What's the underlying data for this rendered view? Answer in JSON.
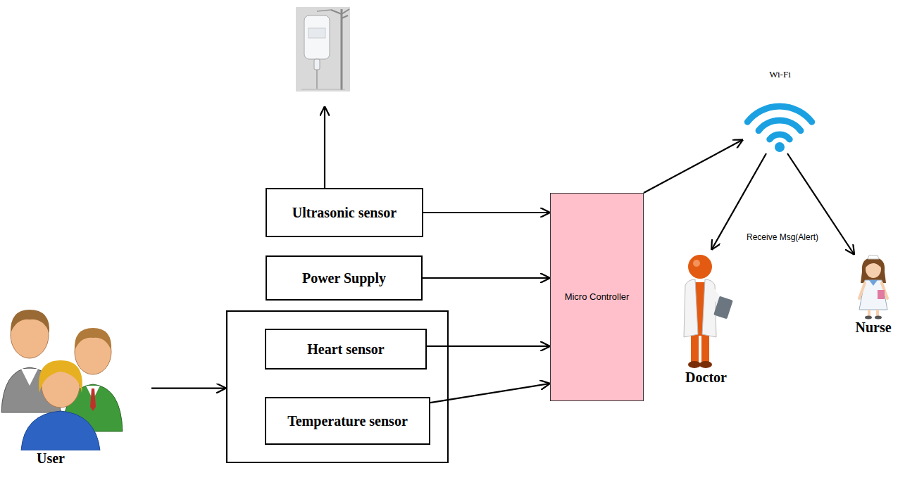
{
  "diagram": {
    "nodes": [
      {
        "text": [
          "Ultrasonic sensor"
        ]
      },
      {
        "text": [
          "Power Supply"
        ]
      },
      {
        "text": []
      },
      {
        "text": [
          "Heart sensor"
        ],
        "in": 2
      },
      {
        "text": [
          "Temperature sensor"
        ],
        "in": 2
      },
      {
        "text": [
          "Micro Controller"
        ]
      },
      {
        "text": [
          "Wi-Fi"
        ]
      },
      {
        "text": [
          "Doctor"
        ]
      },
      {
        "text": [
          "Nurse"
        ]
      },
      {
        "text": [
          "User"
        ]
      }
    ],
    "edges": [
      {
        "from": 0,
        "to": 5,
        "arrow": "to"
      },
      {
        "from": 1,
        "to": 5,
        "arrow": "to"
      },
      {
        "from": 3,
        "to": 5,
        "arrow": "to"
      },
      {
        "from": 4,
        "to": 5,
        "arrow": "to"
      },
      {
        "from": 9,
        "to": 2,
        "arrow": "to"
      },
      {
        "from": 5,
        "to": 6,
        "arrow": "to"
      },
      {
        "from": 6,
        "to": 7,
        "arrow": "to"
      },
      {
        "from": 6,
        "to": 8,
        "arrow": "to"
      }
    ],
    "labels": [
      "Receive Msg(Alert)"
    ]
  }
}
